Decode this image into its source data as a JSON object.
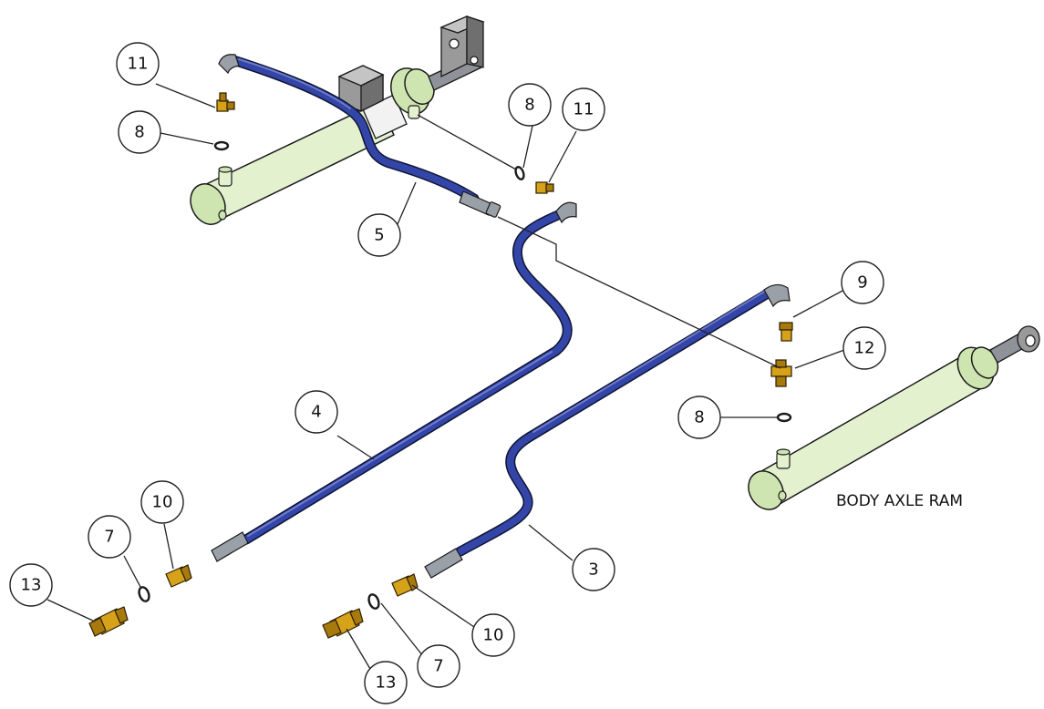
{
  "callouts": {
    "c11a": "11",
    "c8a": "8",
    "c5": "5",
    "c8b": "8",
    "c11b": "11",
    "c9": "9",
    "c12": "12",
    "c8c": "8",
    "c4": "4",
    "c10a": "10",
    "c7a": "7",
    "c13a": "13",
    "c3": "3",
    "c10b": "10",
    "c7b": "7",
    "c13b": "13"
  },
  "caption": "BODY AXLE RAM",
  "colors": {
    "hose": "#3445a8",
    "ram": "#e3f1cf",
    "fitting": "#d6a21a"
  }
}
